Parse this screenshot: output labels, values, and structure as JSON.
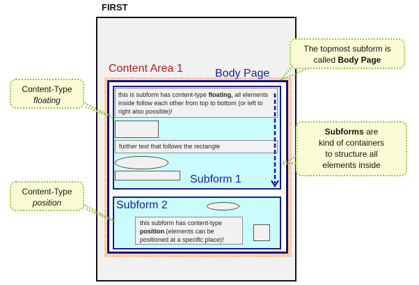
{
  "title": "FIRST",
  "labels": {
    "content_area": "Content Area 1",
    "body_page": "Body Page",
    "subform_1": "Subform 1",
    "subform_2": "Subform 2"
  },
  "subform_1": {
    "text_pre": "this is subform has content-type ",
    "text_bold": "floating,",
    "text_post": " all elements inside follow each other from top to bottom (or left to right also possible)!",
    "further_text": "further text that follows the rectangle"
  },
  "subform_2": {
    "text_pre": "this subform has content-type ",
    "text_bold": "position",
    "text_post": " (elements can be positioned at a specific place)!"
  },
  "callouts": {
    "floating": {
      "line1": "Content-Type",
      "line2": "floating"
    },
    "position": {
      "line1": "Content-Type",
      "line2": "position"
    },
    "body_page": {
      "line1": "The topmost subform is",
      "line2_pre": "called ",
      "line2_bold": "Body Page"
    },
    "subforms": {
      "bold": "Subforms",
      "rest1": " are",
      "line2": "kind of containers",
      "line3": "to structure all",
      "line4": "elements inside"
    }
  },
  "colors": {
    "content_area_label": "#c0151c",
    "body_page_label": "#1a1aa8",
    "subform_fill": "#cbfcfd",
    "callout_fill": "#fbfcd6",
    "callout_border": "#93c84a",
    "content_area_border": "#fbd5b5"
  }
}
